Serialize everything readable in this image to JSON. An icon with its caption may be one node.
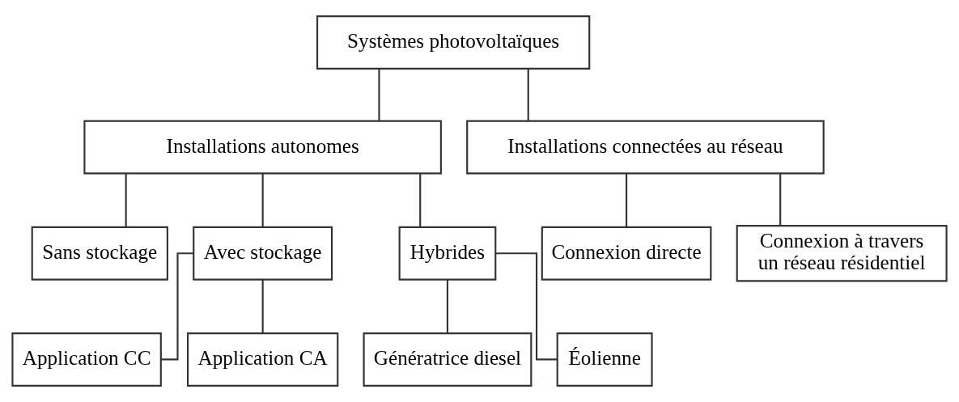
{
  "diagram": {
    "nodes": [
      {
        "text": [
          "Systèmes photovoltaïques"
        ]
      },
      {
        "text": [
          "Installations autonomes"
        ]
      },
      {
        "text": [
          "Installations connectées au réseau"
        ]
      },
      {
        "text": [
          "Sans stockage"
        ]
      },
      {
        "text": [
          "Avec stockage"
        ]
      },
      {
        "text": [
          "Hybrides"
        ]
      },
      {
        "text": [
          "Connexion directe"
        ]
      },
      {
        "text": [
          "Connexion à travers un réseau résidentiel"
        ]
      },
      {
        "text": [
          "Application CC"
        ]
      },
      {
        "text": [
          "Application CA"
        ]
      },
      {
        "text": [
          "Génératrice diesel"
        ]
      },
      {
        "text": [
          "Éolienne"
        ]
      }
    ],
    "edges": [
      {
        "from": 0,
        "to": 1,
        "arrow": "none"
      },
      {
        "from": 0,
        "to": 2,
        "arrow": "none"
      },
      {
        "from": 1,
        "to": 3,
        "arrow": "none"
      },
      {
        "from": 1,
        "to": 4,
        "arrow": "none"
      },
      {
        "from": 1,
        "to": 5,
        "arrow": "none"
      },
      {
        "from": 2,
        "to": 6,
        "arrow": "none"
      },
      {
        "from": 2,
        "to": 7,
        "arrow": "none"
      },
      {
        "from": 4,
        "to": 8,
        "arrow": "none"
      },
      {
        "from": 4,
        "to": 9,
        "arrow": "none"
      },
      {
        "from": 5,
        "to": 10,
        "arrow": "none"
      },
      {
        "from": 5,
        "to": 11,
        "arrow": "none"
      }
    ]
  }
}
